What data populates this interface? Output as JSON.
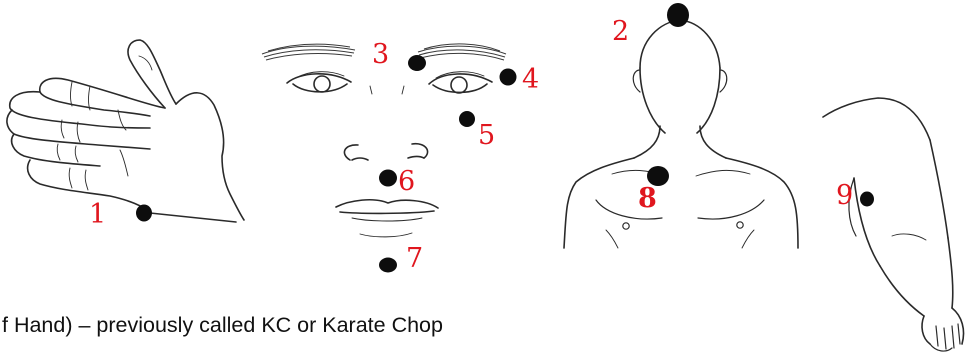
{
  "colors": {
    "point_dot": "#0d0d0d",
    "point_label": "#e0161e",
    "line_art": "#2a2a2a",
    "background": "#ffffff"
  },
  "caption": "f Hand) – previously called KC or Karate Chop",
  "points": [
    {
      "label": "1"
    },
    {
      "label": "2"
    },
    {
      "label": "3"
    },
    {
      "label": "4"
    },
    {
      "label": "5"
    },
    {
      "label": "6"
    },
    {
      "label": "7"
    },
    {
      "label": "8"
    },
    {
      "label": "9"
    }
  ]
}
